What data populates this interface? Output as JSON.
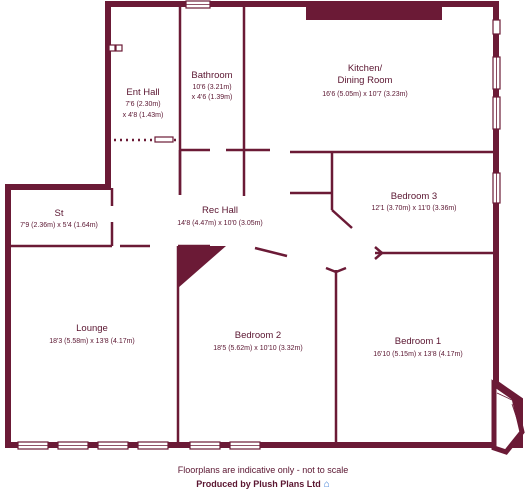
{
  "rooms": [
    {
      "name": "Ent Hall",
      "dims": [
        "7'6 (2.30m)",
        "x 4'8 (1.43m)"
      ]
    },
    {
      "name": "Bathroom",
      "dims": [
        "10'6 (3.21m)",
        "x 4'6 (1.39m)"
      ]
    },
    {
      "name": "Kitchen/",
      "name2": "Dining Room",
      "dims": [
        "16'6 (5.05m) x 10'7 (3.23m)"
      ]
    },
    {
      "name": "Bedroom 3",
      "dims": [
        "12'1 (3.70m) x 11'0 (3.36m)"
      ]
    },
    {
      "name": "St",
      "dims": [
        "7'9 (2.36m) x 5'4 (1.64m)"
      ]
    },
    {
      "name": "Rec Hall",
      "dims": [
        "14'8 (4.47m) x 10'0 (3.05m)"
      ]
    },
    {
      "name": "Lounge",
      "dims": [
        "18'3 (5.58m) x 13'8 (4.17m)"
      ]
    },
    {
      "name": "Bedroom  2",
      "dims": [
        "18'5 (5.62m) x 10'10 (3.32m)"
      ]
    },
    {
      "name": "Bedroom 1",
      "dims": [
        "16'10 (5.15m) x 13'8 (4.17m)"
      ]
    }
  ],
  "footer": {
    "disclaimer": "Floorplans are indicative only - not to scale",
    "producer": "Produced by Plush Plans Ltd",
    "logo_icon": "house-icon"
  },
  "colors": {
    "wall": "#6b1a36",
    "text": "#5a1530",
    "logo": "#3a7bd5"
  }
}
